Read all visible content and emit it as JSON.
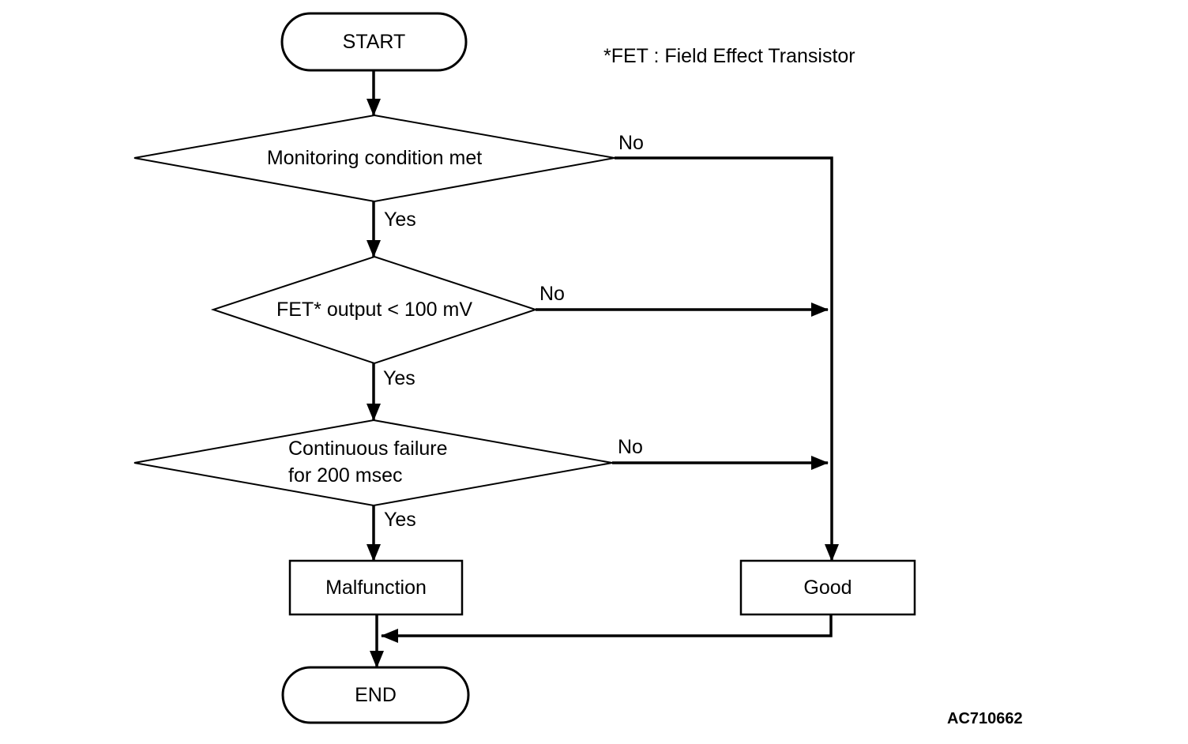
{
  "diagram": {
    "title_note": "*FET : Field Effect Transistor",
    "figure_code": "AC710662",
    "nodes": {
      "start": {
        "type": "terminator",
        "label": "START"
      },
      "monitoring": {
        "type": "decision",
        "label": "Monitoring condition met"
      },
      "fet_output": {
        "type": "decision",
        "label": "FET* output < 100 mV"
      },
      "continuous_failure": {
        "type": "decision",
        "label": "Continuous failure for 200 msec",
        "line1": "Continuous failure",
        "line2": "for 200 msec"
      },
      "malfunction": {
        "type": "process",
        "label": "Malfunction"
      },
      "good": {
        "type": "process",
        "label": "Good"
      },
      "end": {
        "type": "terminator",
        "label": "END"
      }
    },
    "edges": [
      {
        "from": "start",
        "to": "monitoring",
        "label": ""
      },
      {
        "from": "monitoring",
        "to": "fet_output",
        "label": "Yes"
      },
      {
        "from": "monitoring",
        "to": "good",
        "label": "No"
      },
      {
        "from": "fet_output",
        "to": "continuous_failure",
        "label": "Yes"
      },
      {
        "from": "fet_output",
        "to": "good",
        "label": "No"
      },
      {
        "from": "continuous_failure",
        "to": "malfunction",
        "label": "Yes"
      },
      {
        "from": "continuous_failure",
        "to": "good",
        "label": "No"
      },
      {
        "from": "malfunction",
        "to": "end",
        "label": ""
      },
      {
        "from": "good",
        "to": "end",
        "label": ""
      }
    ],
    "colors": {
      "line": "#000000",
      "text": "#000000",
      "background": "#ffffff"
    }
  }
}
